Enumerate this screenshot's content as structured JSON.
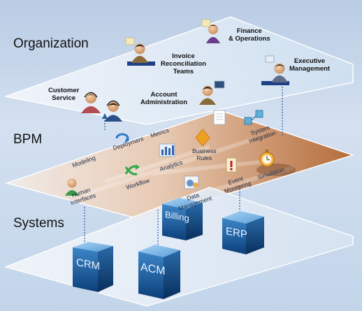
{
  "layers": {
    "organization": "Organization",
    "bpm": "BPM",
    "systems": "Systems"
  },
  "roles": {
    "finance": [
      "Finance",
      "& Operations"
    ],
    "invoice": [
      "Invoice",
      "Reconciliation",
      "Teams"
    ],
    "executive": [
      "Executive",
      "Management"
    ],
    "customer": [
      "Customer",
      "Service"
    ],
    "account": [
      "Account",
      "Administration"
    ]
  },
  "bpm": {
    "modeling": "Modeling",
    "deployment": "Deployment",
    "metrics": "Metrics",
    "analytics": "Analytics",
    "business_rules": [
      "Business",
      "Rules"
    ],
    "system_integration": [
      "System",
      "Integration"
    ],
    "workflow": "Workflow",
    "human_interfaces": [
      "Human",
      "Interfaces"
    ],
    "data_management": [
      "Data",
      "Management"
    ],
    "event_monitoring": [
      "Event",
      "Monitoring"
    ],
    "simulation": "Simulation"
  },
  "systems": {
    "crm": "CRM",
    "acm": "ACM",
    "billing": "Billing",
    "erp": "ERP"
  },
  "colors": {
    "bpm_plane_left": "#f1e7e0",
    "bpm_plane_right": "#b86c3a",
    "cube_dark": "#0c4a8a",
    "cube_light": "#4d9ad8"
  }
}
